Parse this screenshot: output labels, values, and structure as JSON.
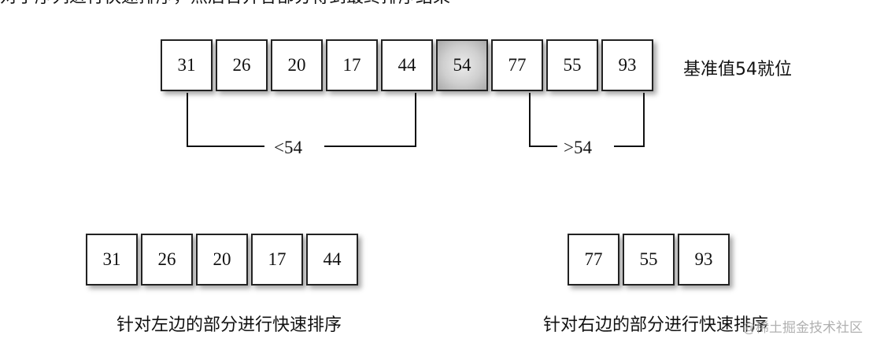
{
  "top_text": "对子序列进行快速排序，然后合并各部分得到最终排序结果",
  "main_row": {
    "values": [
      "31",
      "26",
      "20",
      "17",
      "44",
      "54",
      "77",
      "55",
      "93"
    ],
    "pivot_index": 5,
    "pivot_label": "基准值54就位"
  },
  "brackets": {
    "left_label": "<54",
    "right_label": ">54"
  },
  "left_part": {
    "values": [
      "31",
      "26",
      "20",
      "17",
      "44"
    ],
    "caption": "针对左边的部分进行快速排序"
  },
  "right_part": {
    "values": [
      "77",
      "55",
      "93"
    ],
    "caption": "针对右边的部分进行快速排序"
  },
  "watermark": "@稀土掘金技术社区",
  "colors": {
    "pivot_fill": "#c8c8c8",
    "border": "#222222",
    "line": "#111111"
  }
}
